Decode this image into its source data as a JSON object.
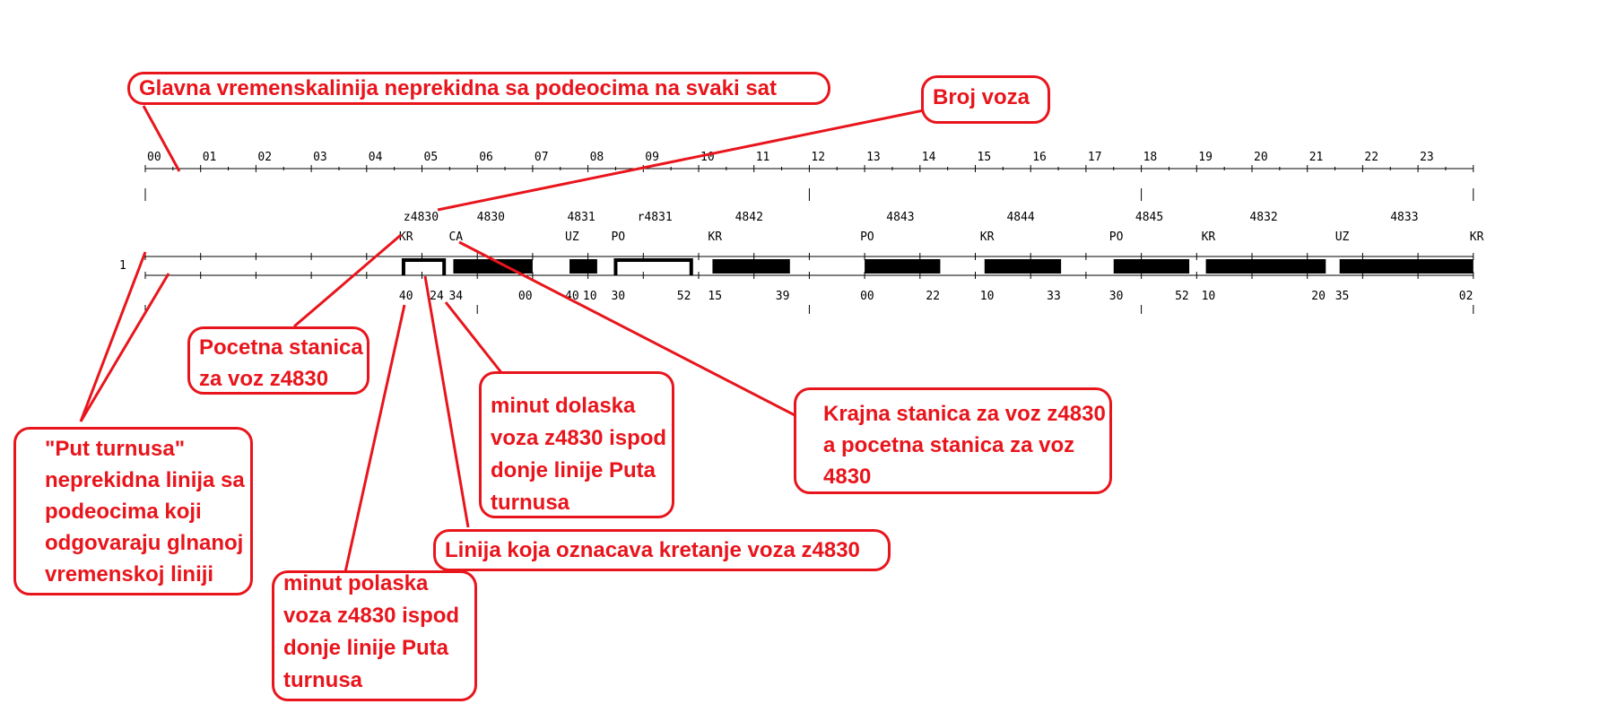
{
  "timeline": {
    "hours": [
      "00",
      "01",
      "02",
      "03",
      "04",
      "05",
      "06",
      "07",
      "08",
      "09",
      "10",
      "11",
      "12",
      "13",
      "14",
      "15",
      "16",
      "17",
      "18",
      "19",
      "20",
      "21",
      "22",
      "23"
    ],
    "lane_label": "1"
  },
  "trains": [
    {
      "number": "z4830",
      "dep_station": "KR",
      "arr_station": "CA",
      "dep_minute": "40",
      "arr_minute": "24"
    },
    {
      "number": "4830",
      "dep_station": "CA",
      "arr_station": "UZ",
      "dep_minute": "34",
      "arr_minute": "00"
    },
    {
      "number": "4831",
      "dep_station": "UZ",
      "arr_station": "PO",
      "dep_minute": "40",
      "arr_minute": "10"
    },
    {
      "number": "r4831",
      "dep_station": "PO",
      "arr_station": "KR",
      "dep_minute": "30",
      "arr_minute": "52"
    },
    {
      "number": "4842",
      "dep_station": "KR",
      "arr_station": "PO",
      "dep_minute": "15",
      "arr_minute": "39"
    },
    {
      "number": "4843",
      "dep_station": "PO",
      "arr_station": "KR",
      "dep_minute": "00",
      "arr_minute": "22"
    },
    {
      "number": "4844",
      "dep_station": "KR",
      "arr_station": "PO",
      "dep_minute": "10",
      "arr_minute": "33"
    },
    {
      "number": "4845",
      "dep_station": "PO",
      "arr_station": "KR",
      "dep_minute": "30",
      "arr_minute": "52"
    },
    {
      "number": "4832",
      "dep_station": "KR",
      "arr_station": "UZ",
      "dep_minute": "10",
      "arr_minute": "20"
    },
    {
      "number": "4833",
      "dep_station": "UZ",
      "arr_station": "KR",
      "dep_minute": "35",
      "arr_minute": "02"
    }
  ],
  "annotations": {
    "timeline": "Glavna vremenskalinija neprekidna sa podeocima na svaki sat",
    "train_number": "Broj voza",
    "start_station": [
      "Pocetna stanica",
      "za voz z4830"
    ],
    "turnus_path": [
      "\"Put turnusa\"",
      "neprekidna linija sa",
      "podeocima koji",
      "odgovaraju glnanoj",
      "vremenskoj liniji"
    ],
    "arrival_minute": [
      "minut dolaska",
      "voza z4830 ispod",
      "donje linije Puta",
      "turnusa"
    ],
    "end_station": [
      "Krajna stanica za voz z4830",
      "a pocetna stanica za voz",
      "4830"
    ],
    "movement_line": "Linija koja oznacava kretanje voza z4830",
    "departure_minute": [
      "minut polaska",
      "voza z4830 ispod",
      "donje linije Puta",
      "turnusa"
    ]
  },
  "colors": {
    "annotation": "#e8151c",
    "diagram": "#000000"
  }
}
